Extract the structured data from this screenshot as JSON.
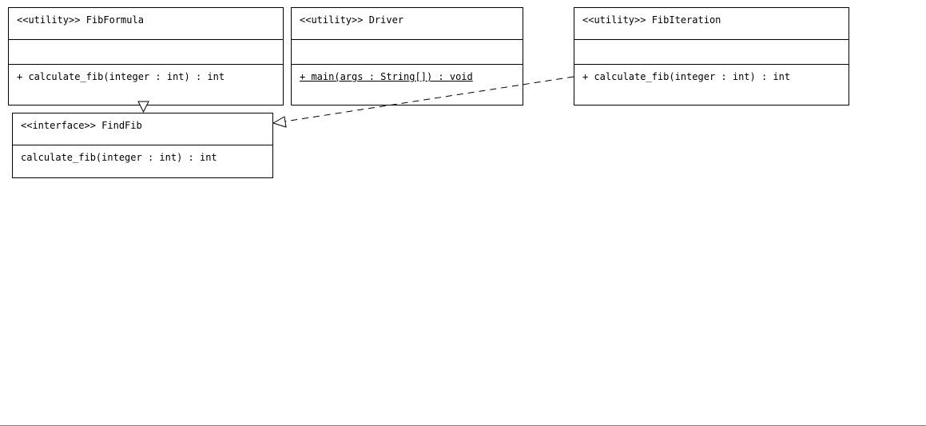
{
  "diagram": {
    "classes": {
      "fib_formula": {
        "title": "<<utility>> FibFormula",
        "operation": "+ calculate_fib(integer : int) : int"
      },
      "driver": {
        "title": "<<utility>> Driver",
        "operation": "+ main(args : String[]) : void"
      },
      "fib_iteration": {
        "title": "<<utility>> FibIteration",
        "operation": "+ calculate_fib(integer : int) : int"
      },
      "find_fib": {
        "title": "<<interface>> FindFib",
        "operation": "calculate_fib(integer : int) : int"
      }
    },
    "relationships": [
      {
        "type": "generalization",
        "from": "FibFormula",
        "to": "FindFib"
      },
      {
        "type": "realization",
        "from": "FibIteration",
        "to": "FindFib"
      }
    ]
  }
}
